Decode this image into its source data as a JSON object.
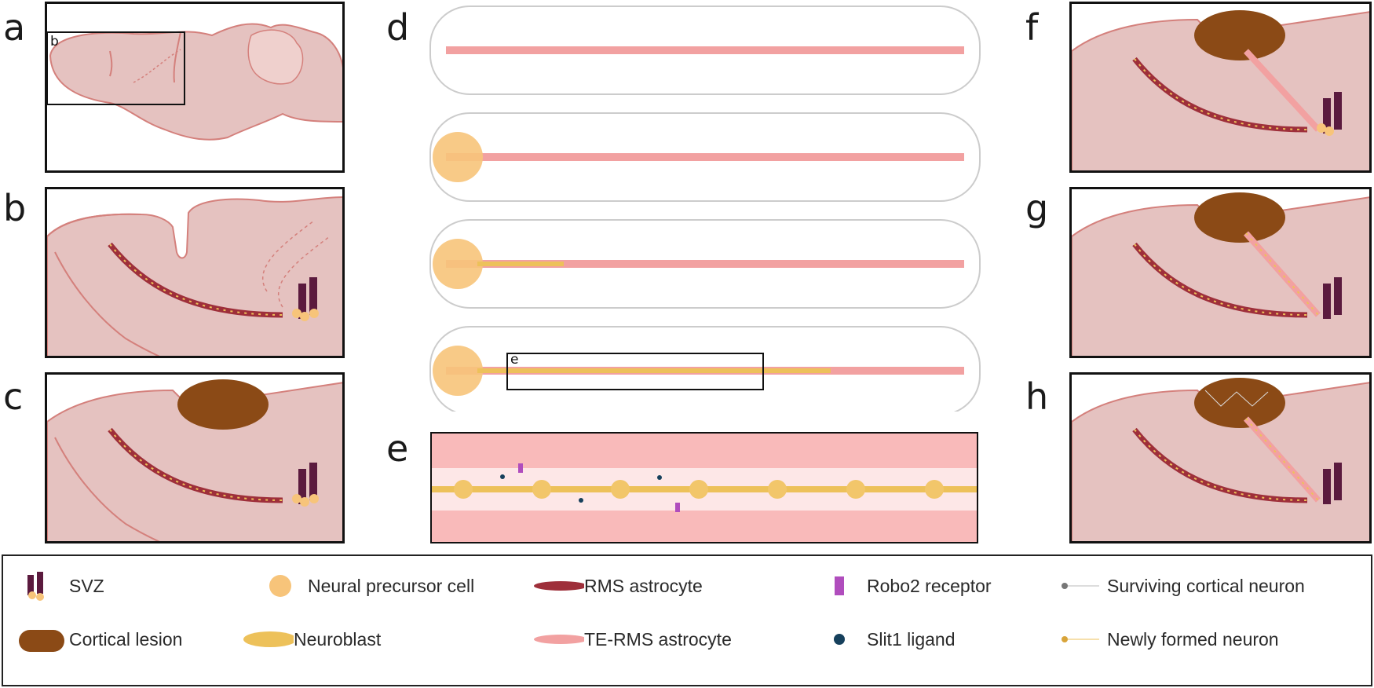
{
  "panels": {
    "a": "a",
    "b": "b",
    "c": "c",
    "d": "d",
    "e": "e",
    "f": "f",
    "g": "g",
    "h": "h"
  },
  "inset_labels": {
    "a_box": "b",
    "d_box": "e"
  },
  "colors": {
    "brain_fill": "#e5c2c0",
    "brain_edge": "#d4807c",
    "lesion": "#8b4a16",
    "svz": "#5b1a3e",
    "rms_astrocyte": "#9e2f3a",
    "te_rms_astrocyte": "#f2a1a1",
    "neuroblast": "#edc15a",
    "precursor": "#f7c47a",
    "robo2": "#b04dbd",
    "slit1": "#16405c"
  },
  "legend": [
    {
      "icon": "svz-icon",
      "label": "SVZ"
    },
    {
      "icon": "precursor-icon",
      "label": "Neural precursor cell"
    },
    {
      "icon": "rms-astrocyte-icon",
      "label": "RMS astrocyte"
    },
    {
      "icon": "robo2-icon",
      "label": "Robo2 receptor"
    },
    {
      "icon": "surviving-neuron-icon",
      "label": "Surviving cortical neuron"
    },
    {
      "icon": "lesion-icon",
      "label": "Cortical lesion"
    },
    {
      "icon": "neuroblast-icon",
      "label": "Neuroblast"
    },
    {
      "icon": "te-rms-astrocyte-icon",
      "label": "TE-RMS astrocyte"
    },
    {
      "icon": "slit1-icon",
      "label": "Slit1 ligand"
    },
    {
      "icon": "new-neuron-icon",
      "label": "Newly formed neuron"
    }
  ]
}
